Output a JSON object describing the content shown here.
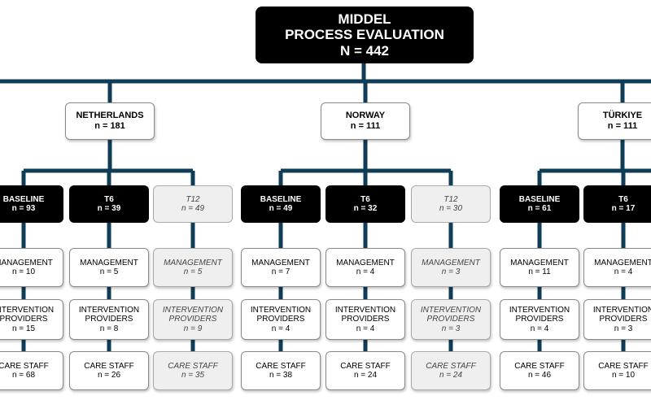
{
  "root": {
    "line1": "MIDDEL",
    "line2": "PROCESS EVALUATION",
    "line3": "N = 442"
  },
  "colors": {
    "connector": "#0f3d57",
    "dark_box": "#000000",
    "light_box": "#efefef"
  },
  "countries": [
    {
      "name": "NETHERLANDS",
      "n": "n = 181",
      "waves": [
        {
          "name": "BASELINE",
          "n": "n = 93",
          "style": "dark",
          "management": "n = 10",
          "providers": "n = 15",
          "care": "n = 68"
        },
        {
          "name": "T6",
          "n": "n = 39",
          "style": "dark",
          "management": "n = 5",
          "providers": "n = 8",
          "care": "n = 26"
        },
        {
          "name": "T12",
          "n": "n = 49",
          "style": "light",
          "management": "n = 5",
          "providers": "n = 9",
          "care": "n = 35"
        }
      ]
    },
    {
      "name": "NORWAY",
      "n": "n = 111",
      "waves": [
        {
          "name": "BASELINE",
          "n": "n = 49",
          "style": "dark",
          "management": "n = 7",
          "providers": "n = 4",
          "care": "n = 38"
        },
        {
          "name": "T6",
          "n": "n = 32",
          "style": "dark",
          "management": "n = 4",
          "providers": "n = 4",
          "care": "n = 24"
        },
        {
          "name": "T12",
          "n": "n = 30",
          "style": "light",
          "management": "n = 3",
          "providers": "n = 3",
          "care": "n = 24"
        }
      ]
    },
    {
      "name": "TÜRKIYE",
      "n": "n = 111",
      "waves": [
        {
          "name": "BASELINE",
          "n": "n = 61",
          "style": "dark",
          "management": "n = 11",
          "providers": "n = 4",
          "care": "n = 46"
        },
        {
          "name": "T6",
          "n": "n = 17",
          "style": "dark",
          "management": "n = 4",
          "providers": "n = 3",
          "care": "n = 10"
        }
      ]
    }
  ],
  "labels": {
    "management": "MANAGEMENT",
    "providers": "INTERVENTION\nPROVIDERS",
    "care": "CARE STAFF"
  }
}
